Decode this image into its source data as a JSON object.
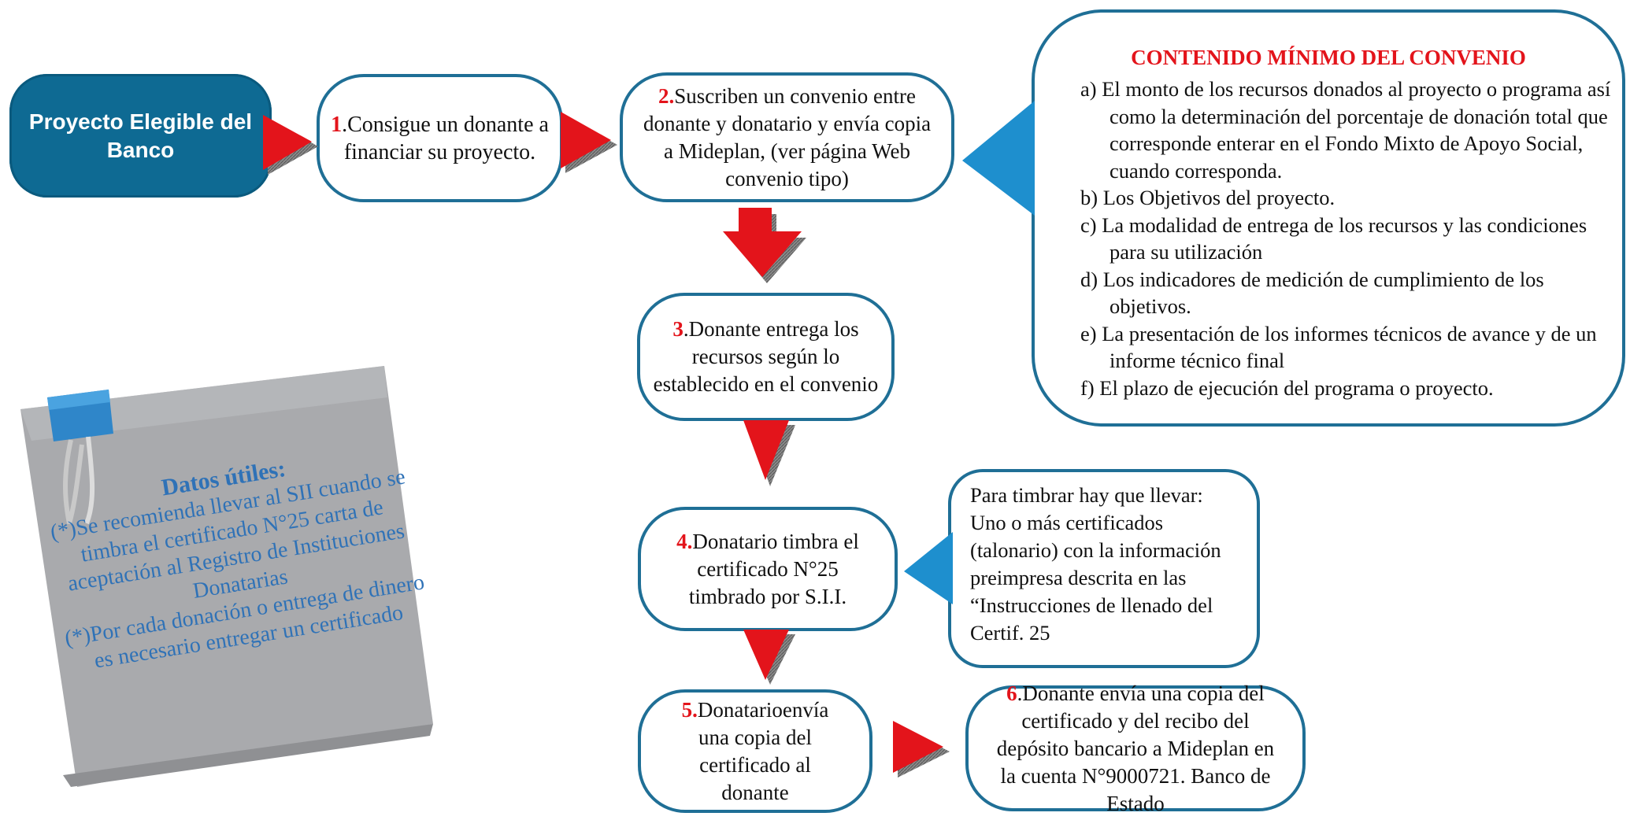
{
  "start": {
    "label": "Proyecto Elegible del Banco"
  },
  "steps": [
    {
      "num": "1",
      "text": ".Consigue un donante a financiar  su proyecto."
    },
    {
      "num": "2.",
      "text": "Suscriben un convenio entre donante y donatario y envía copia a Mideplan, (ver página Web convenio tipo)"
    },
    {
      "num": "3",
      "text": ".Donante entrega los recursos según lo establecido en el convenio"
    },
    {
      "num": "4.",
      "text": "Donatario timbra el certificado N°25 timbrado por S.I.I."
    },
    {
      "num": "5.",
      "text": "Donatarioenvía una copia del certificado al donante"
    },
    {
      "num": "6",
      "text": ".Donante envía una copia del certificado y del recibo del depósito bancario a Mideplan en la cuenta N°9000721. Banco de Estado"
    }
  ],
  "contenido": {
    "title": "CONTENIDO MÍNIMO DEL CONVENIO",
    "items": [
      "a) El monto de los recursos donados al proyecto o programa así como la determinación del porcentaje de donación total que corresponde enterar en el Fondo Mixto de Apoyo Social, cuando corresponda.",
      "b) Los Objetivos del proyecto.",
      "c) La modalidad de entrega de los recursos y las condiciones para su utilización",
      "d) Los indicadores de medición de cumplimiento de los objetivos.",
      "e) La presentación  de los informes técnicos de avance y  de un informe técnico final",
      "f) El plazo de ejecución del programa o proyecto."
    ]
  },
  "timbrar": {
    "text": "Para timbrar hay que llevar: Uno o más certificados (talonario) con la información preimpresa descrita en las “Instrucciones de llenado del Certif. 25"
  },
  "note": {
    "title": "Datos útiles:",
    "line1": "(*)Se recomienda llevar al SII cuando se timbra el certificado N°25 carta de aceptación al Registro de Instituciones Donatarias",
    "line2": "(*)Por cada donación o entrega de dinero es necesario entregar un certificado"
  },
  "colors": {
    "box_border": "#1f6f96",
    "start_fill": "#0e6a93",
    "arrow_red": "#e3141b",
    "callout_blue": "#1e8fce",
    "number_red": "#e3141b",
    "note_text": "#2f72b7"
  }
}
